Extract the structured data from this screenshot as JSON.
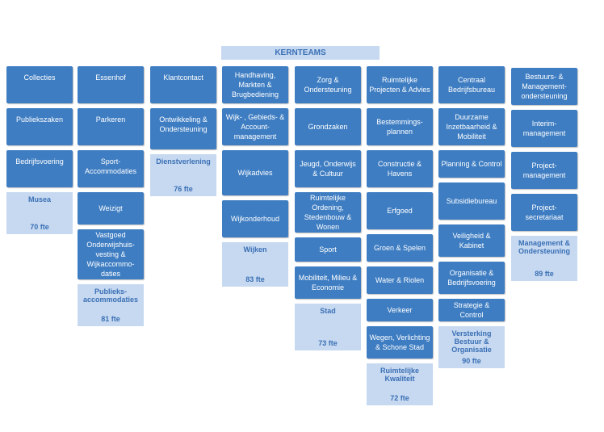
{
  "header": "KERNTEAMS",
  "columns": [
    {
      "teams": [
        "Collecties",
        "Publiekszaken",
        "Bedrijfsvoering"
      ],
      "summary": {
        "name": "Musea",
        "fte": "70 fte"
      }
    },
    {
      "teams": [
        "Essenhof",
        "Parkeren",
        "Sport-\nAccommodaties",
        "Weizigt",
        "Vastgoed\nOnderwijshuis-\nvesting &\nWijkaccommo-\ndaties"
      ],
      "summary": {
        "name": "Publieks-\naccommodaties",
        "fte": "81 fte"
      }
    },
    {
      "teams": [
        "Klantcontact",
        "Ontwikkeling &\nOndersteuning"
      ],
      "summary": {
        "name": "Dienstverlening",
        "fte": "76 fte"
      }
    },
    {
      "teams": [
        "Handhaving,\nMarkten &\nBrugbediening",
        "Wijk- , Gebieds- &\nAccount-\nmanagement",
        "Wijkadvies",
        "Wijkonderhoud"
      ],
      "summary": {
        "name": "Wijken",
        "fte": "83 fte"
      }
    },
    {
      "teams": [
        "Zorg &\nOndersteuning",
        "Grondzaken",
        "Jeugd, Onderwijs\n& Cultuur",
        "Ruimtelijke\nOrdening,\nStedenbouw &\nWonen",
        "Sport",
        "Mobiliteit, Milieu &\nEconomie"
      ],
      "summary": {
        "name": "Stad",
        "fte": "73 fte"
      }
    },
    {
      "teams": [
        "Ruimtelijke\nProjecten & Advies",
        "Bestemmings-\nplannen",
        "Constructie &\nHavens",
        "Erfgoed",
        "Groen & Spelen",
        "Water & Riolen",
        "Verkeer",
        "Wegen,  Verlichting\n& Schone Stad"
      ],
      "summary": {
        "name": "Ruimtelijke\nKwaliteit",
        "fte": "72 fte"
      }
    },
    {
      "teams": [
        "Centraal\nBedrijfsbureau",
        "Duurzame\nInzetbaarheid &\nMobiliteit",
        "Planning & Control",
        "Subsidiebureau",
        "Veiligheid &\nKabinet",
        "Organisatie &\nBedrijfsvoering",
        "Strategie & Control"
      ],
      "summary": {
        "name": "Versterking\nBestuur &\nOrganisatie",
        "fte": "90 fte"
      }
    },
    {
      "teams": [
        "Bestuurs- &\nManagement-\nondersteuning",
        "Interim-\nmanagement",
        "Project-\nmanagement",
        "Project-\nsecretariaat"
      ],
      "summary": {
        "name": "Management &\nOndersteuning",
        "fte": "89 fte"
      }
    }
  ]
}
